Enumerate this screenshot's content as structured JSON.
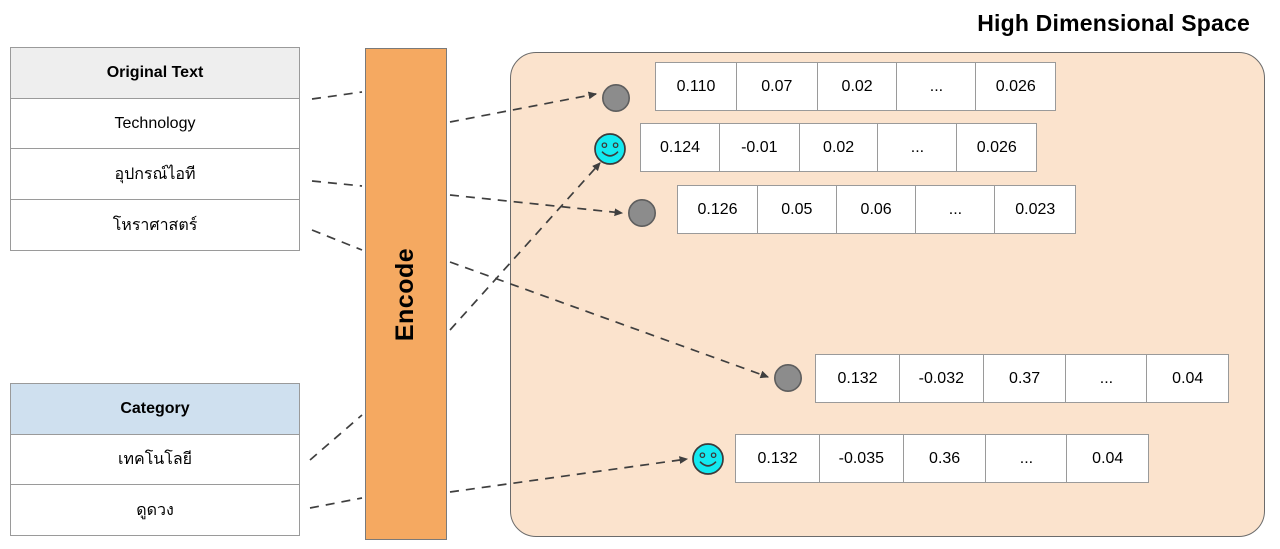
{
  "panel": {
    "title": "High Dimensional Space",
    "fill": "#fbe3cd",
    "border": "#6b6b6b"
  },
  "encode": {
    "label": "Encode",
    "fill": "#f5a961"
  },
  "tables": {
    "original": {
      "header": "Original Text",
      "header_fill": "#eeeeee",
      "rows": [
        {
          "text": "Technology"
        },
        {
          "text": "อุปกรณ์ไอที"
        },
        {
          "text": "โหราศาสตร์"
        }
      ]
    },
    "category": {
      "header": "Category",
      "header_fill": "#cfe0ef",
      "rows": [
        {
          "text": "เทคโนโลยี"
        },
        {
          "text": "ดูดวง"
        }
      ]
    }
  },
  "vectors": [
    {
      "id": "vector-row-1",
      "marker": "gray-circle-marker",
      "marker_color": "#8c8c8c",
      "values": [
        "0.110",
        "0.07",
        "0.02",
        "...",
        "0.026"
      ]
    },
    {
      "id": "vector-row-2",
      "marker": "cyan-smiley-marker",
      "marker_color": "#13e9f0",
      "values": [
        "0.124",
        "-0.01",
        "0.02",
        "...",
        "0.026"
      ]
    },
    {
      "id": "vector-row-3",
      "marker": "gray-circle-marker",
      "marker_color": "#8c8c8c",
      "values": [
        "0.126",
        "0.05",
        "0.06",
        "...",
        "0.023"
      ]
    },
    {
      "id": "vector-row-4",
      "marker": "gray-circle-marker",
      "marker_color": "#8c8c8c",
      "values": [
        "0.132",
        "-0.032",
        "0.37",
        "...",
        "0.04"
      ]
    },
    {
      "id": "vector-row-5",
      "marker": "cyan-smiley-marker",
      "marker_color": "#13e9f0",
      "values": [
        "0.132",
        "-0.035",
        "0.36",
        "...",
        "0.04"
      ]
    }
  ]
}
